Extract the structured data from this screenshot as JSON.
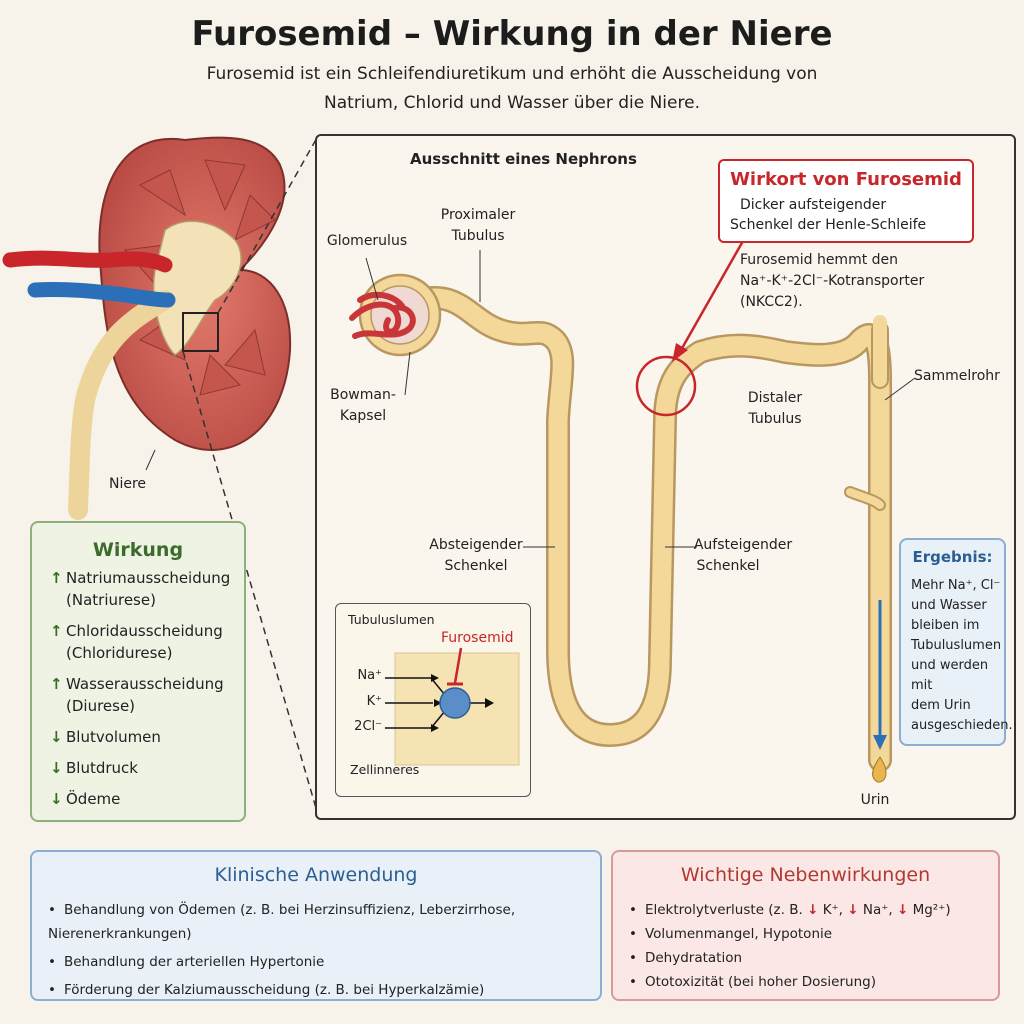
{
  "title": "Furosemid – Wirkung in der Niere",
  "subtitle": {
    "line1": "Furosemid ist ein Schleifendiuretikum und erhöht die Ausscheidung von",
    "line2": "Natrium, Chlorid und Wasser über die Niere."
  },
  "kidney": {
    "label": "Niere"
  },
  "nephron": {
    "heading": "Ausschnitt eines Nephrons",
    "labels": {
      "glomerulus": "Glomerulus",
      "proximal_1": "Proximaler",
      "proximal_2": "Tubulus",
      "bowman_1": "Bowman-",
      "bowman_2": "Kapsel",
      "distal_1": "Distaler",
      "distal_2": "Tubulus",
      "sammelrohr": "Sammelrohr",
      "absteigend_1": "Absteigender",
      "absteigend_2": "Schenkel",
      "aufsteigend_1": "Aufsteigender",
      "aufsteigend_2": "Schenkel",
      "urin": "Urin"
    },
    "wirkort": {
      "title": "Wirkort von Furosemid",
      "line1": "Dicker aufsteigender",
      "line2": "Schenkel der Henle-Schleife"
    },
    "mechanism": {
      "line1": "Furosemid hemmt den",
      "line2": "Na⁺-K⁺-2Cl⁻-Kotransporter",
      "line3": "(NKCC2)."
    },
    "inset": {
      "lumen": "Tubuluslumen",
      "drug": "Furosemid",
      "ion1": "Na⁺",
      "ion2": "K⁺",
      "ion3": "2Cl⁻",
      "inner": "Zellinneres"
    }
  },
  "wirkung": {
    "title": "Wirkung",
    "items": [
      {
        "arrow": "↑",
        "text1": "Natriumausscheidung",
        "text2": "(Natriurese)"
      },
      {
        "arrow": "↑",
        "text1": "Chloridausscheidung",
        "text2": "(Chloridurese)"
      },
      {
        "arrow": "↑",
        "text1": "Wasserausscheidung",
        "text2": "(Diurese)"
      },
      {
        "arrow": "↓",
        "text1": "Blutvolumen",
        "text2": ""
      },
      {
        "arrow": "↓",
        "text1": "Blutdruck",
        "text2": ""
      },
      {
        "arrow": "↓",
        "text1": "Ödeme",
        "text2": ""
      }
    ]
  },
  "ergebnis": {
    "title": "Ergebnis:",
    "lines": [
      "Mehr Na⁺, Cl⁻",
      "und Wasser",
      "bleiben im",
      "Tubuluslumen",
      "und werden mit",
      "dem Urin",
      "ausgeschieden."
    ]
  },
  "klinik": {
    "title": "Klinische Anwendung",
    "items": [
      "Behandlung von Ödemen (z. B. bei Herzinsuffizienz, Leberzirrhose, Nierenerkrankungen)",
      "Behandlung der arteriellen Hypertonie",
      "Förderung der Kalziumausscheidung (z. B. bei Hyperkalzämie)"
    ]
  },
  "neben": {
    "title": "Wichtige Nebenwirkungen",
    "item1_prefix": "Elektrolytverluste (z. B.",
    "arrow": "↓",
    "ion_k": "K⁺,",
    "ion_na": "Na⁺,",
    "ion_mg": "Mg²⁺)",
    "items": [
      "Volumenmangel, Hypotonie",
      "Dehydratation",
      "Ototoxizität (bei hoher Dosierung)"
    ]
  },
  "colors": {
    "accent_red": "#c8262b",
    "green": "#3c6b2a",
    "blue": "#2b5f93",
    "tubule": "#f3d89a"
  }
}
